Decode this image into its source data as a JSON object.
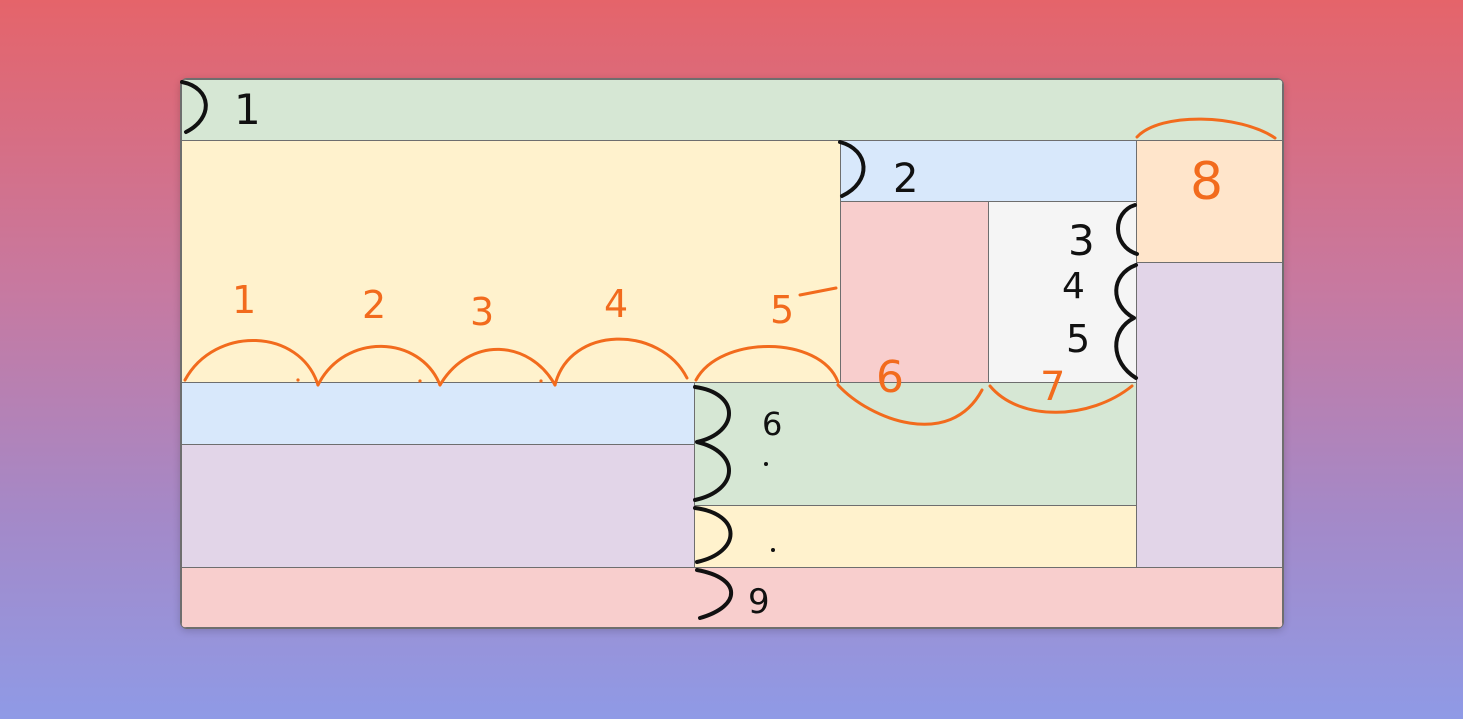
{
  "colors": {
    "green": "#d6e7d4",
    "yellow": "#fff2cd",
    "blue": "#d8e8fb",
    "pink": "#f8cecd",
    "light_gray": "#f5f5f5",
    "orange": "#ffe5cb",
    "purple": "#e2d5e8",
    "ink_black": "#111111",
    "ink_orange": "#f26b1d"
  },
  "black_labels": {
    "l1": "1",
    "l2": "2",
    "l3": "3",
    "l4": "4",
    "l5": "5",
    "l6": "6",
    "l9": "9"
  },
  "orange_labels": {
    "o1": "1",
    "o2": "2",
    "o3": "3",
    "o4": "4",
    "o5": "5",
    "o6": "6",
    "o7": "7",
    "o8": "8"
  }
}
